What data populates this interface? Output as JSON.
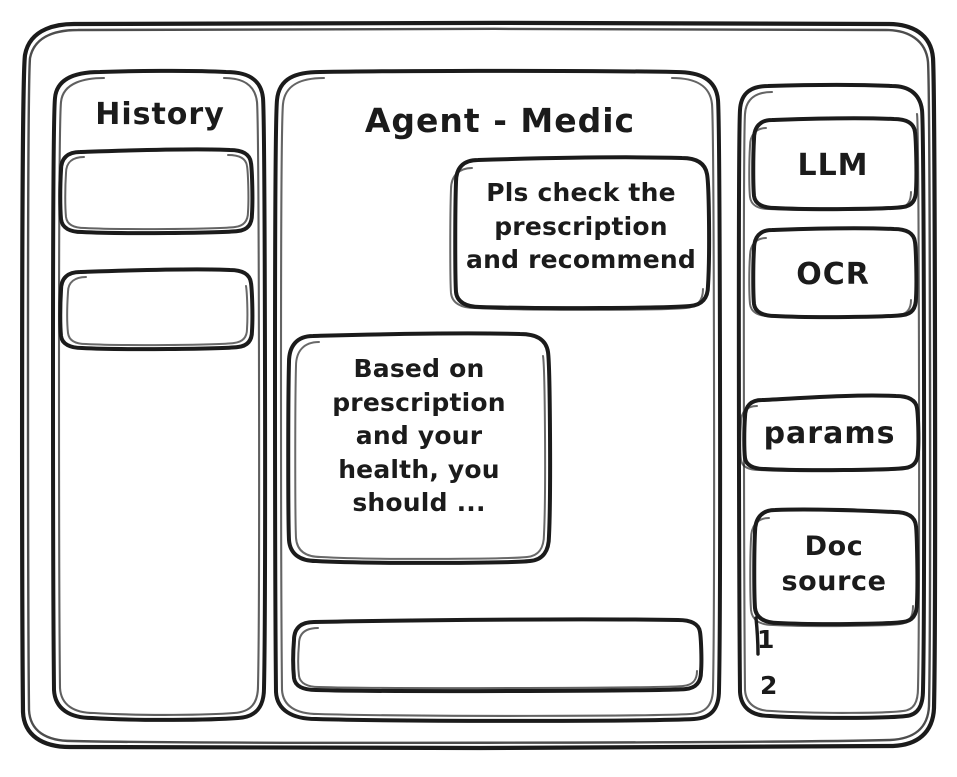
{
  "app": {
    "title": "Agent - Medic",
    "style": "hand-drawn wireframe sketch",
    "stroke_color": "#1b1b1b",
    "background_color": "#ffffff"
  },
  "sidebar_left": {
    "title": "History",
    "items": [
      {
        "label": "",
        "name": "history-item-1"
      },
      {
        "label": "",
        "name": "history-item-2"
      }
    ]
  },
  "main": {
    "title": "Agent - Medic",
    "messages": [
      {
        "role": "user",
        "text": "Pls check the\nprescription\nand recommend",
        "align": "right"
      },
      {
        "role": "assistant",
        "text": "Based on\nprescription\nand your\nhealth, you\nshould ...",
        "align": "left"
      }
    ],
    "composer": {
      "value": "",
      "placeholder": ""
    }
  },
  "sidebar_right": {
    "cards": [
      {
        "label": "LLM",
        "name": "llm-card"
      },
      {
        "label": "OCR",
        "name": "ocr-card"
      },
      {
        "label": "params",
        "name": "params-card"
      },
      {
        "label": "Doc\nsource",
        "name": "doc-source-card"
      }
    ],
    "doc_list": [
      {
        "label": "1"
      },
      {
        "label": "2"
      }
    ]
  }
}
